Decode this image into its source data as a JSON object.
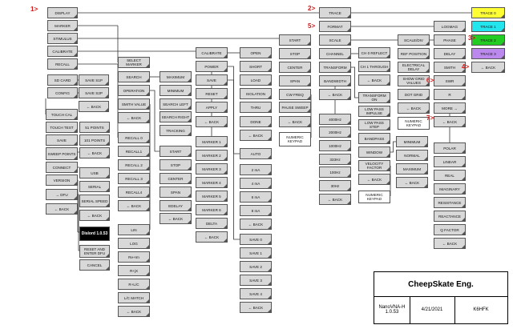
{
  "buttons": {
    "display": "DISPLAY",
    "marker": "MARKER",
    "stimulus": "STIMULUS",
    "calibrate_main": "CALIBRATE",
    "recall": "RECALL",
    "sd_card": "SD CARD",
    "config": "CONFIG",
    "save_s1p": "SAVE S1P",
    "save_s2p": "SAVE S2P",
    "back_sd": "← BACK",
    "touch_cal": "TOUCH CAL",
    "touch_test": "TOUCH TEST",
    "save_cfg": "SAVE",
    "sweep_points": "SWEEP POINTS",
    "connect": "CONNECT",
    "version": "VERSION",
    "dfu": "→ DFU",
    "back_cfg": "← BACK",
    "points_51": "51 POINTS",
    "points_101": "101 POINTS",
    "back_pts": "← BACK",
    "usb": "USB",
    "serial": "SERIAL",
    "serial_speed": "SERIAL SPEED",
    "back_conn": "← BACK",
    "version_badge": "Dislord 1.0.53",
    "reset_dfu": "RESET AND ENTER DFU",
    "cancel": "CANCEL",
    "recall0": "RECALL 0",
    "recall1": "RECALL1",
    "recall2": "RECALL 2",
    "recall3": "RECALL 3",
    "recall4": "RECALL4",
    "back_recall": "← BACK",
    "lin": "LIN",
    "log": "LOG",
    "re_im": "Re+Im",
    "r_jx": "R+jX",
    "r_lc": "R+L/C",
    "lc_match": "L/C MATCH",
    "back_smith": "← BACK",
    "select_marker": "SELECT MARKER",
    "search": "SEARCH",
    "operation": "OPERATION",
    "smith_value": "SMITH VALUE",
    "back_marker": "← BACK",
    "maximum": "MAXIMUM",
    "minimum": "MINIMUM",
    "search_left": "SEARCH LEFT",
    "search_right": "SEARCH RIGHT",
    "tracking": "TRACKING",
    "start_op": "START",
    "stop_op": "STOP",
    "center_op": "CENTER",
    "span_op": "SPAN",
    "edelay": "EDELAY",
    "back_op": "← BACK",
    "calibrate": "CALIBRATE",
    "power": "POWER",
    "save_cal": "SAVE",
    "reset": "RESET",
    "apply": "APPLY",
    "back_cal": "← BACK",
    "marker1": "MARKER 1",
    "marker2": "MARKER 2",
    "marker3": "MARKER 3",
    "marker4": "MARKER 4",
    "marker5": "MARKER 5",
    "marker6": "MARKER 6",
    "delta": "DELTA",
    "back_mk": "← BACK",
    "open": "OPEN",
    "short": "SHORT",
    "load": "LOAD",
    "isolation": "ISOLATION",
    "thru": "THRU",
    "done": "DONE",
    "back_calstd": "← BACK",
    "auto": "AUTO",
    "ma2": "2 mA",
    "ma4": "4 mA",
    "ma6": "6 mA",
    "ma8": "8 mA",
    "back_pwr": "← BACK",
    "save0": "SAVE 0",
    "save1": "SAVE 1",
    "save2": "SAVE 2",
    "save3": "SAVE 3",
    "save4": "SAVE 4",
    "back_save": "← BACK",
    "start": "START",
    "stop": "STOP",
    "center": "CENTER",
    "span": "SPAN",
    "cw_freq": "CW FREQ",
    "pause_sweep": "PAUSE SWEEP",
    "back_stim": "← BACK",
    "numeric_keypad_stim": "NUMERIC KEYPAD",
    "trace": "TRACE",
    "format": "FORMAT",
    "scale": "SCALE",
    "channel": "CHANNEL",
    "transform": "TRANSFORM",
    "bandwidth": "BANDWIDTH",
    "back_disp": "← BACK",
    "ch0_reflect": "CH 0 REFLECT",
    "ch1_through": "CH 1 THROUGH",
    "back_ch": "← BACK",
    "transform_on": "TRANSFORM ON",
    "lowpass_impulse": "LOW PASS IMPULSE",
    "lowpass_step": "LOW PASS STEP",
    "bandpass": "BANDPASS",
    "window": "WINDOW",
    "velocity_factor": "VELOCITY FACTOR",
    "back_tr": "← BACK",
    "numeric_keypad_tr": "NUMERIC KEYPAD",
    "bw4000": "4000Hz",
    "bw2000": "2000Hz",
    "bw1000": "1000Hz",
    "bw333": "333Hz",
    "bw100": "100Hz",
    "bw30": "30Hz",
    "back_bw": "← BACK",
    "win_min": "MINIMUM",
    "win_norm": "NORMAL",
    "win_max": "MAXIMUM",
    "back_win": "← BACK",
    "scale_div": "SCALE/DIV",
    "ref_position": "REF POSITION",
    "electrical_delay": "ELECTRICAL DELAY",
    "show_grid_values": "SHOW GRID VALUES",
    "dot_grid": "DOT GRID",
    "back_scale": "← BACK",
    "numeric_keypad_sc": "NUMERIC KEYPAD",
    "logmag": "LOGMAG",
    "phase": "PHASE",
    "delay": "DELAY",
    "smith": "SMITH",
    "swr": "SWR",
    "fmt_r": "R",
    "more": "MORE →",
    "back_fmt": "← BACK",
    "polar": "POLAR",
    "linear": "LINEAR",
    "real": "REAL",
    "imaginary": "IMAGINARY",
    "resistance": "RESISTANCE",
    "reactance": "REACTANCE",
    "q_factor": "Q FACTOR",
    "back_more": "← BACK",
    "trace0": "TRACE 0",
    "trace1": "TRACE 1",
    "trace2": "TRACE 2",
    "trace3": "TRACE 3",
    "back_trace": "← BACK"
  },
  "markers": [
    "1>",
    "2>",
    "3>",
    "4>",
    "5>",
    "6>",
    "7>"
  ],
  "title_block": {
    "company": "CheepSkate Eng.",
    "device": "NanoVNA-H\n1.0.53",
    "date": "4/21/2021",
    "callsign": "K6HFK"
  },
  "colors": {
    "trace0": "#ffff33",
    "trace1": "#22e5ee",
    "trace2": "#22cc22",
    "trace3": "#bb88ee",
    "marker": "#dd1111"
  }
}
